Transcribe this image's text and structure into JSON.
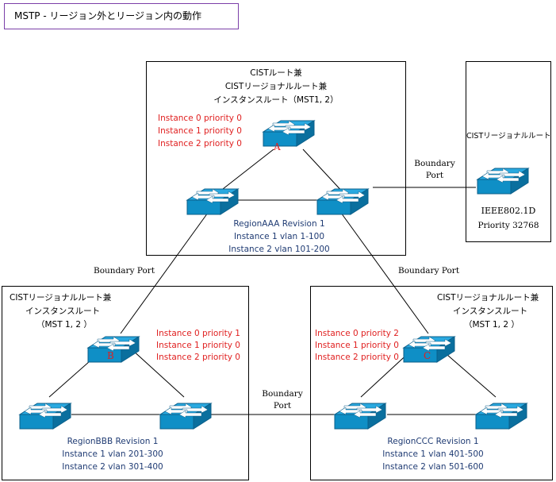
{
  "title": "MSTP - リージョン外とリージョン内の動作",
  "regions": {
    "aaa": {
      "role_lines": [
        "CISTルート兼",
        "CISTリージョナルルート兼",
        "インスタンスルート（MST1, 2）"
      ],
      "priorities": [
        "Instance 0 priority 0",
        "Instance 1 priority 0",
        "Instance 2 priority 0"
      ],
      "switch_label": "A",
      "info_lines": [
        "RegionAAA Revision 1",
        "Instance 1 vlan 1-100",
        "Instance 2 vlan 101-200"
      ]
    },
    "bbb": {
      "role_lines": [
        "CISTリージョナルルート兼",
        "インスタンスルート",
        "（MST 1, 2 ）"
      ],
      "priorities": [
        "Instance 0 priority 1",
        "Instance 1 priority 0",
        "Instance 2 priority 0"
      ],
      "switch_label": "B",
      "info_lines": [
        "RegionBBB Revision 1",
        "Instance 1 vlan 201-300",
        "Instance 2 vlan 301-400"
      ]
    },
    "ccc": {
      "role_lines": [
        "CISTリージョナルルート兼",
        "インスタンスルート",
        "（MST 1, 2 ）"
      ],
      "priorities": [
        "Instance 0 priority 2",
        "Instance 1 priority 0",
        "Instance 2 priority 0"
      ],
      "switch_label": "C",
      "info_lines": [
        "RegionCCC Revision 1",
        "Instance 1 vlan 401-500",
        "Instance 2 vlan 501-600"
      ]
    },
    "ieee": {
      "role_line": "CISTリージョナルルート",
      "info_lines": [
        "IEEE802.1D",
        "Priority 32768"
      ]
    }
  },
  "boundary_labels": {
    "top_right": [
      "Boundary",
      "Port"
    ],
    "left": "Boundary Port",
    "right": "Boundary Port",
    "bottom_mid": [
      "Boundary",
      "Port"
    ]
  },
  "colors": {
    "switch_top": "#1e9fd6",
    "switch_side": "#0f7fb4",
    "link_line": "#000000",
    "priority_text": "#e02020",
    "info_text": "#1f3b73",
    "title_border": "#7b3fa8"
  },
  "icons": [
    "switch-icon"
  ]
}
